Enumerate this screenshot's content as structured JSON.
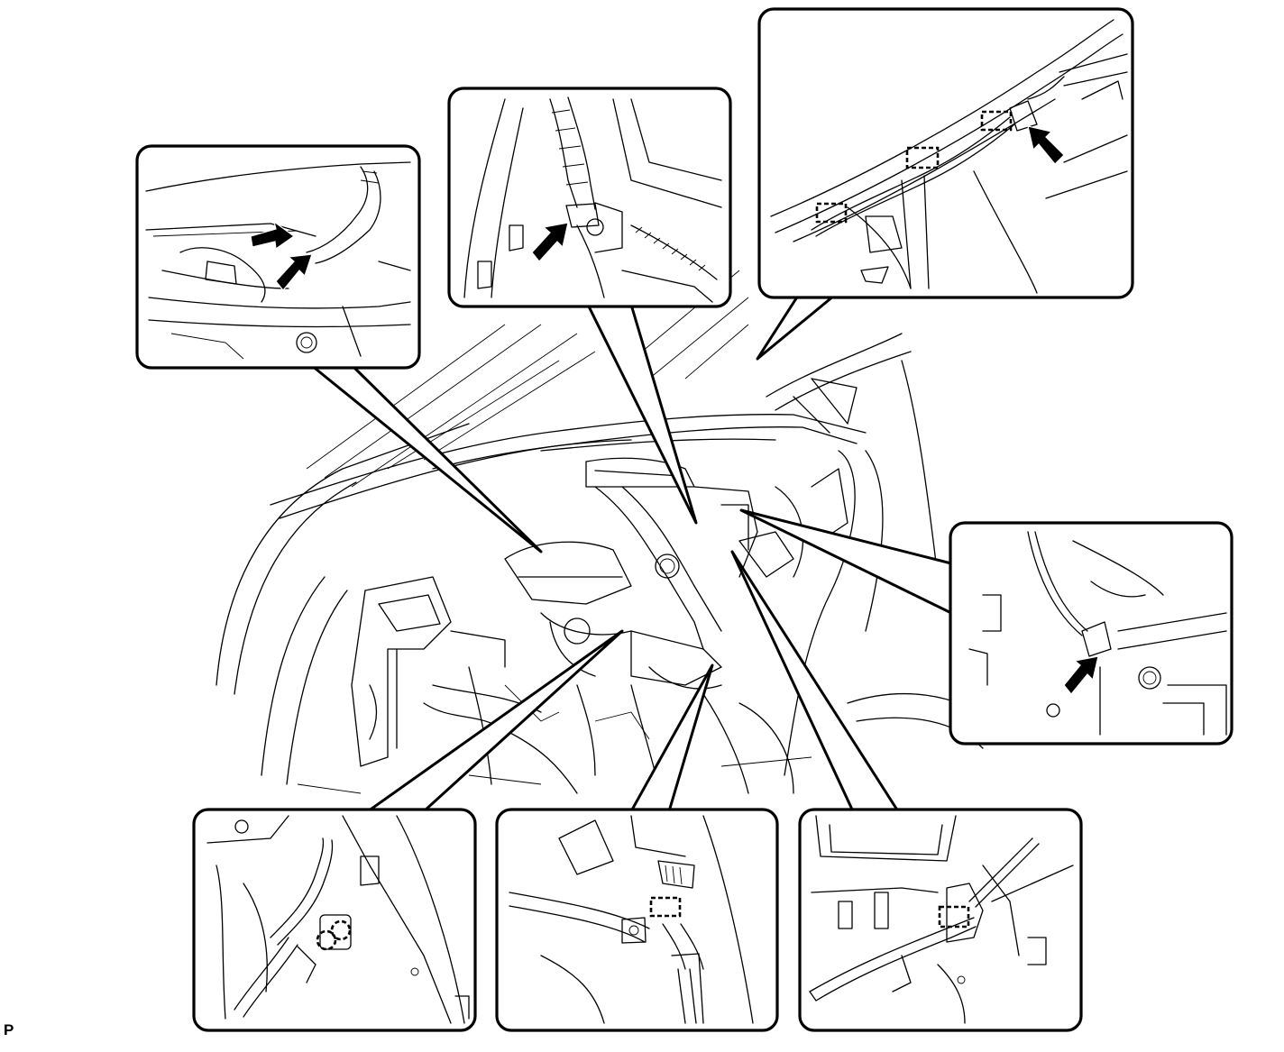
{
  "figure": {
    "code_label": "P",
    "colors": {
      "ink": "#000000",
      "paper": "#ffffff"
    },
    "detail_views": [
      {
        "id": "upper-left",
        "markers": [
          "arrow",
          "arrow"
        ]
      },
      {
        "id": "upper-center",
        "markers": [
          "arrow"
        ]
      },
      {
        "id": "upper-right",
        "markers": [
          "arrow",
          "clip",
          "clip",
          "clip"
        ]
      },
      {
        "id": "right",
        "markers": [
          "arrow"
        ]
      },
      {
        "id": "lower-left",
        "markers": [
          "clamp"
        ]
      },
      {
        "id": "lower-center",
        "markers": [
          "clip"
        ]
      },
      {
        "id": "lower-right",
        "markers": [
          "clip",
          "screwdriver"
        ]
      }
    ]
  }
}
